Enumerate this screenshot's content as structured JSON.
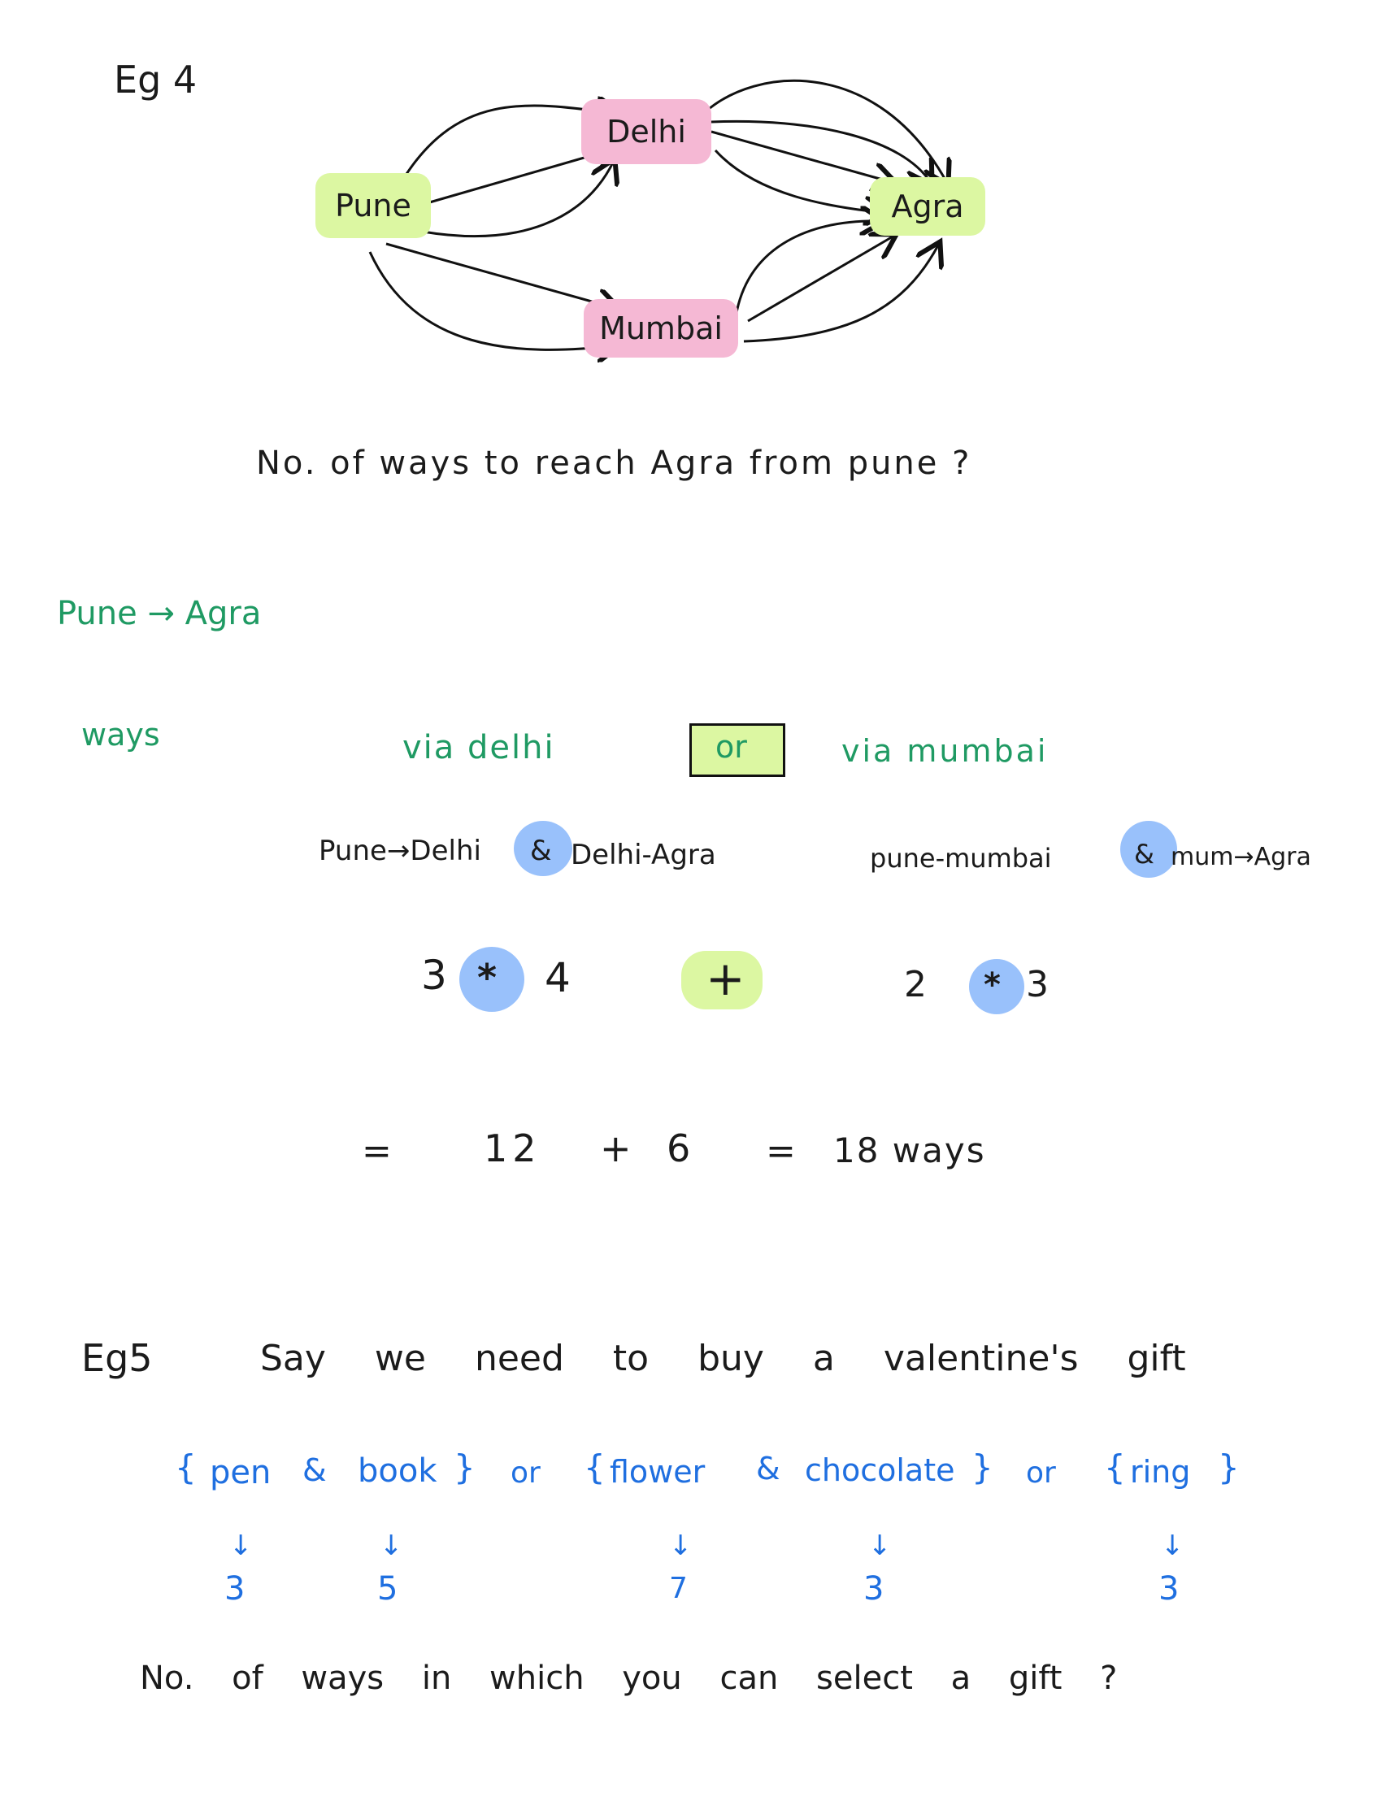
{
  "ex4": {
    "heading": "Eg 4",
    "nodes": {
      "pune": "Pune",
      "delhi": "Delhi",
      "mumbai": "Mumbai",
      "agra": "Agra"
    },
    "question": "No. of ways to reach Agra from pune ?"
  },
  "solution": {
    "route": "Pune → Agra",
    "ways_label": "ways",
    "via_delhi": "via delhi",
    "or_box": "or",
    "via_mumbai": "via mumbai",
    "path_delhi": {
      "a": "Pune→Delhi",
      "amp": "&",
      "b": "Delhi-Agra"
    },
    "path_mumbai": {
      "a": "pune-mumbai",
      "amp": "&",
      "b": "mum→Agra"
    },
    "calc_delhi": {
      "a": "3",
      "op": "*",
      "b": "4"
    },
    "plus": "+",
    "calc_mumbai": {
      "a": "2",
      "op": "*",
      "b": "3"
    },
    "result": {
      "eq1": "=",
      "a": "12",
      "plus": "+",
      "b": "6",
      "eq2": "=",
      "total": "18 ways"
    }
  },
  "ex5": {
    "heading": "Eg5",
    "statement": "Say we need to buy a valentine's gift",
    "options_line": {
      "open1": "{",
      "pen": "pen",
      "amp1": "&",
      "book": "book",
      "close1": "}",
      "or1": "or",
      "open2": "{",
      "flower": "flower",
      "amp2": "&",
      "chocolate": "chocolate",
      "close2": "}",
      "or2": "or",
      "open3": "{",
      "ring": "ring",
      "close3": "}"
    },
    "arrow": "↓",
    "counts": {
      "pen": "3",
      "book": "5",
      "flower": "7",
      "chocolate": "3",
      "ring": "3"
    },
    "question": "No. of ways in which you can select a gift ?"
  },
  "colors": {
    "green_text": "#1f9a63",
    "blue_text": "#1f6fe0",
    "green_highlight": "#dcf7a2",
    "pink_highlight": "#f5b8d4",
    "blue_highlight": "#99c1fb"
  }
}
